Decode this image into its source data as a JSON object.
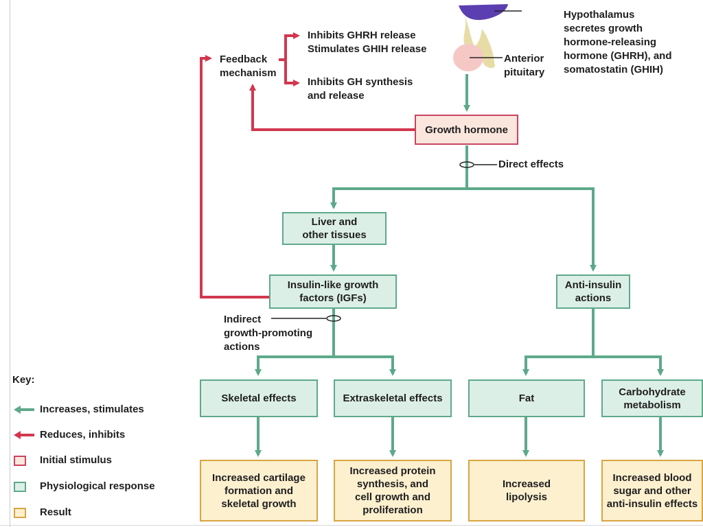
{
  "colors": {
    "stimulate_arrow": "#5da98a",
    "inhibit_arrow": "#d2374f",
    "initial_fill": "#fbe6de",
    "initial_border": "#c9435e",
    "response_fill": "#dcefe7",
    "response_border": "#5da98a",
    "result_fill": "#fdf0cf",
    "result_border": "#d9a441",
    "hypothalamus": "#5b3fb0",
    "pituitary_stalk": "#e8dca6",
    "anterior_pituitary": "#f5c8c6"
  },
  "labels": {
    "hypothalamus": "Hypothalamus\nsecretes growth\nhormone-releasing\nhormone (GHRH), and\nsomatostatin (GHIH)",
    "anterior_pituitary": "Anterior\npituitary",
    "feedback": "Feedback\nmechanism",
    "inhibits_ghrh": "Inhibits GHRH release\nStimulates GHIH release",
    "inhibits_gh": "Inhibits GH synthesis\nand release",
    "direct_effects": "Direct effects",
    "indirect": "Indirect\ngrowth-promoting\nactions"
  },
  "boxes": {
    "growth_hormone": "Growth hormone",
    "liver": "Liver and\nother tissues",
    "igf": "Insulin-like growth\nfactors (IGFs)",
    "anti_insulin": "Anti-insulin\nactions",
    "skeletal": "Skeletal effects",
    "extraskeletal": "Extraskeletal effects",
    "fat": "Fat",
    "carbohydrate": "Carbohydrate\nmetabolism",
    "result_cartilage": "Increased cartilage\nformation and\nskeletal growth",
    "result_protein": "Increased protein\nsynthesis, and\ncell growth and\nproliferation",
    "result_lipolysis": "Increased\nlipolysis",
    "result_blood_sugar": "Increased blood\nsugar and other\nanti-insulin effects"
  },
  "key": {
    "title": "Key:",
    "items": [
      {
        "label": "Increases, stimulates",
        "icon": "green-arrow-left"
      },
      {
        "label": "Reduces, inhibits",
        "icon": "red-arrow-left"
      },
      {
        "label": "Initial stimulus",
        "icon": "pink-swatch"
      },
      {
        "label": "Physiological response",
        "icon": "green-swatch"
      },
      {
        "label": "Result",
        "icon": "yellow-swatch"
      }
    ]
  }
}
